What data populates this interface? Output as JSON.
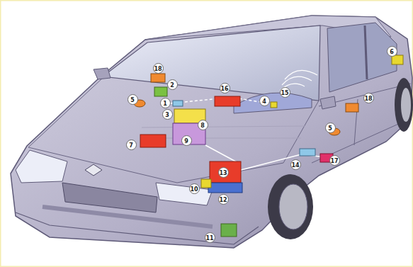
{
  "diagram": {
    "labels": [
      "18",
      "2",
      "1",
      "5",
      "16",
      "3",
      "4",
      "15",
      "8",
      "9",
      "7",
      "6",
      "18",
      "5",
      "13",
      "14",
      "17",
      "10",
      "12",
      "11"
    ]
  }
}
